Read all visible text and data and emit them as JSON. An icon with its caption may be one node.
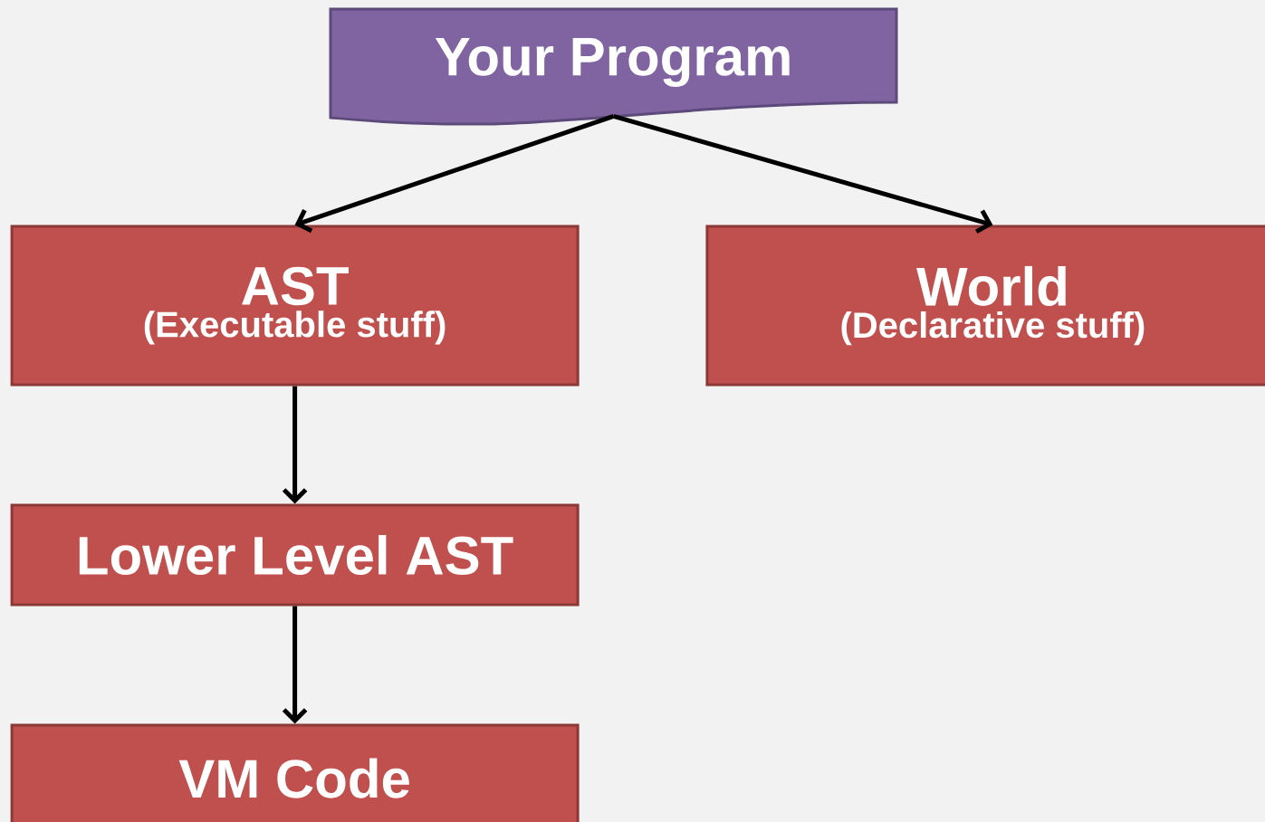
{
  "diagram": {
    "nodes": [
      {
        "text": [
          "Your Program"
        ]
      },
      {
        "text": [
          "AST",
          "(Executable stuff)"
        ]
      },
      {
        "text": [
          "World",
          "(Declarative stuff)"
        ]
      },
      {
        "text": [
          "Lower Level AST"
        ]
      },
      {
        "text": [
          "VM Code"
        ]
      }
    ],
    "edges": [
      {
        "from": 0,
        "to": 1,
        "arrow": "to"
      },
      {
        "from": 0,
        "to": 2,
        "arrow": "to"
      },
      {
        "from": 1,
        "to": 3,
        "arrow": "to"
      },
      {
        "from": 3,
        "to": 4,
        "arrow": "to"
      }
    ]
  }
}
